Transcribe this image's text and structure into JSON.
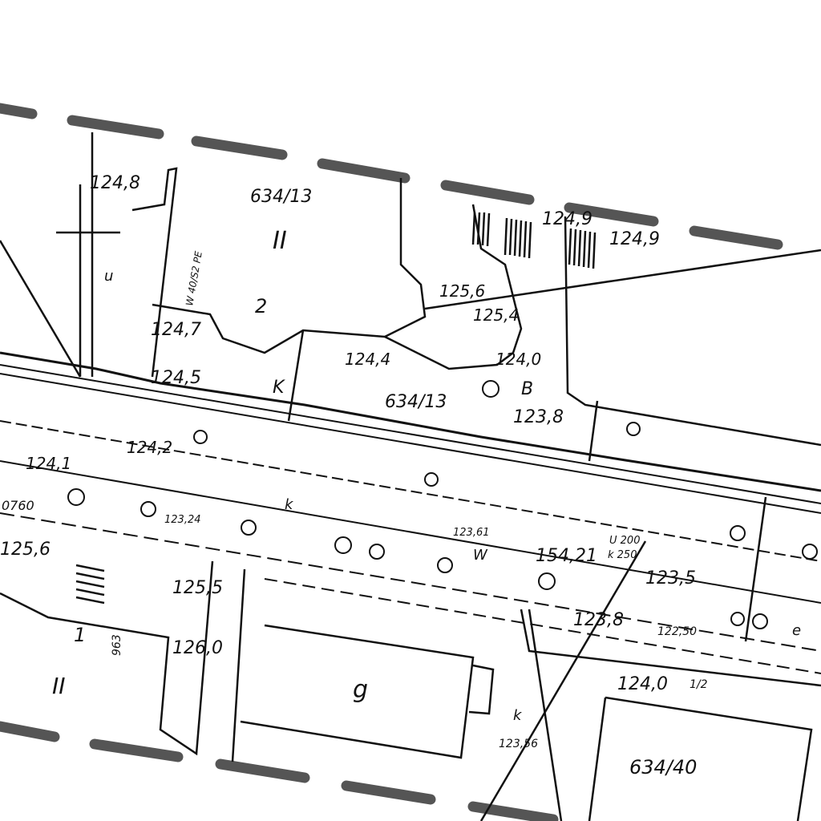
{
  "map": {
    "colors": {
      "ink": "#111111",
      "boundary": "#555555",
      "paper": "#ffffff"
    },
    "parcels": [
      "634/13",
      "634/13",
      "634/40"
    ],
    "floors": [
      "II",
      "II"
    ],
    "building_labels": [
      "2",
      "1",
      "g",
      "B"
    ],
    "elevations": [
      "124,8",
      "124,7",
      "124,5",
      "124,4",
      "124,0",
      "123,8",
      "125,6",
      "125,4",
      "124,9",
      "124,9",
      "124,1",
      "124,2",
      "123,5",
      "123,8",
      "124,0",
      "125,5",
      "126,0",
      "125,6"
    ],
    "survey_points": [
      "123,56",
      "122,50",
      "123,61",
      "154,21",
      "123,24"
    ],
    "pipe_notes": [
      "W 40/S2 PE",
      "k 250",
      "U 200"
    ],
    "utility_marks": [
      "K",
      "k",
      "W",
      "k",
      "u",
      "e"
    ],
    "misc": [
      "963",
      "0760",
      "1/2"
    ]
  }
}
